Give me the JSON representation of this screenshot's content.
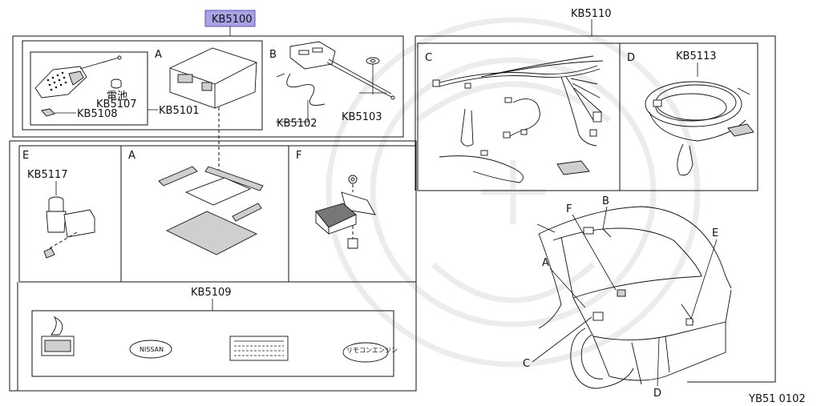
{
  "main_assembly": {
    "part_number": "KB5100"
  },
  "kit_panel": {
    "section_a": "A",
    "section_b": "B",
    "remote_battery": {
      "text": "電池",
      "part_number": "KB5107"
    },
    "remote_key": {
      "part_number": "KB5108"
    },
    "control_unit": {
      "part_number": "KB5101"
    },
    "antenna_wire": {
      "part_number": "KB5102"
    },
    "antenna_bolt": {
      "part_number": "KB5103"
    }
  },
  "harness_panel": {
    "part_number": "KB5110",
    "section_c": "C",
    "section_d": "D",
    "harness_d": {
      "part_number": "KB5113"
    }
  },
  "lower_panel": {
    "section_e": "E",
    "section_a": "A",
    "section_f": "F",
    "switch_e": {
      "part_number": "KB5117"
    },
    "labels_set": {
      "part_number": "KB5109"
    },
    "badge_1": "NISSAN",
    "badge_2": "リモコンエンジン"
  },
  "vehicle_callouts": {
    "b": "B",
    "f": "F",
    "a": "A",
    "e": "E",
    "c": "C",
    "d": "D"
  },
  "diagram_code": "YB51 0102"
}
